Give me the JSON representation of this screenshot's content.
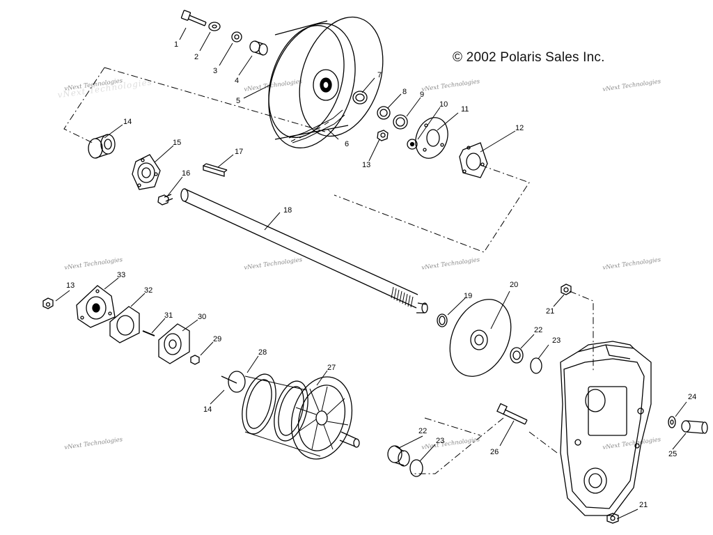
{
  "copyright": "© 2002 Polaris Sales Inc.",
  "watermark": "vNext Technologies",
  "callouts": {
    "c1": "1",
    "c2": "2",
    "c3": "3",
    "c4": "4",
    "c5": "5",
    "c6": "6",
    "c7": "7",
    "c8": "8",
    "c9": "9",
    "c10": "10",
    "c11": "11",
    "c12": "12",
    "c13a": "13",
    "c14a": "14",
    "c15": "15",
    "c16": "16",
    "c17": "17",
    "c18": "18",
    "c13b": "13",
    "c33": "33",
    "c32": "32",
    "c31": "31",
    "c30": "30",
    "c29": "29",
    "c28": "28",
    "c27": "27",
    "c14b": "14",
    "c19": "19",
    "c20": "20",
    "c21a": "21",
    "c22a": "22",
    "c23a": "23",
    "c24": "24",
    "c25": "25",
    "c26": "26",
    "c22b": "22",
    "c23b": "23",
    "c21b": "21"
  }
}
